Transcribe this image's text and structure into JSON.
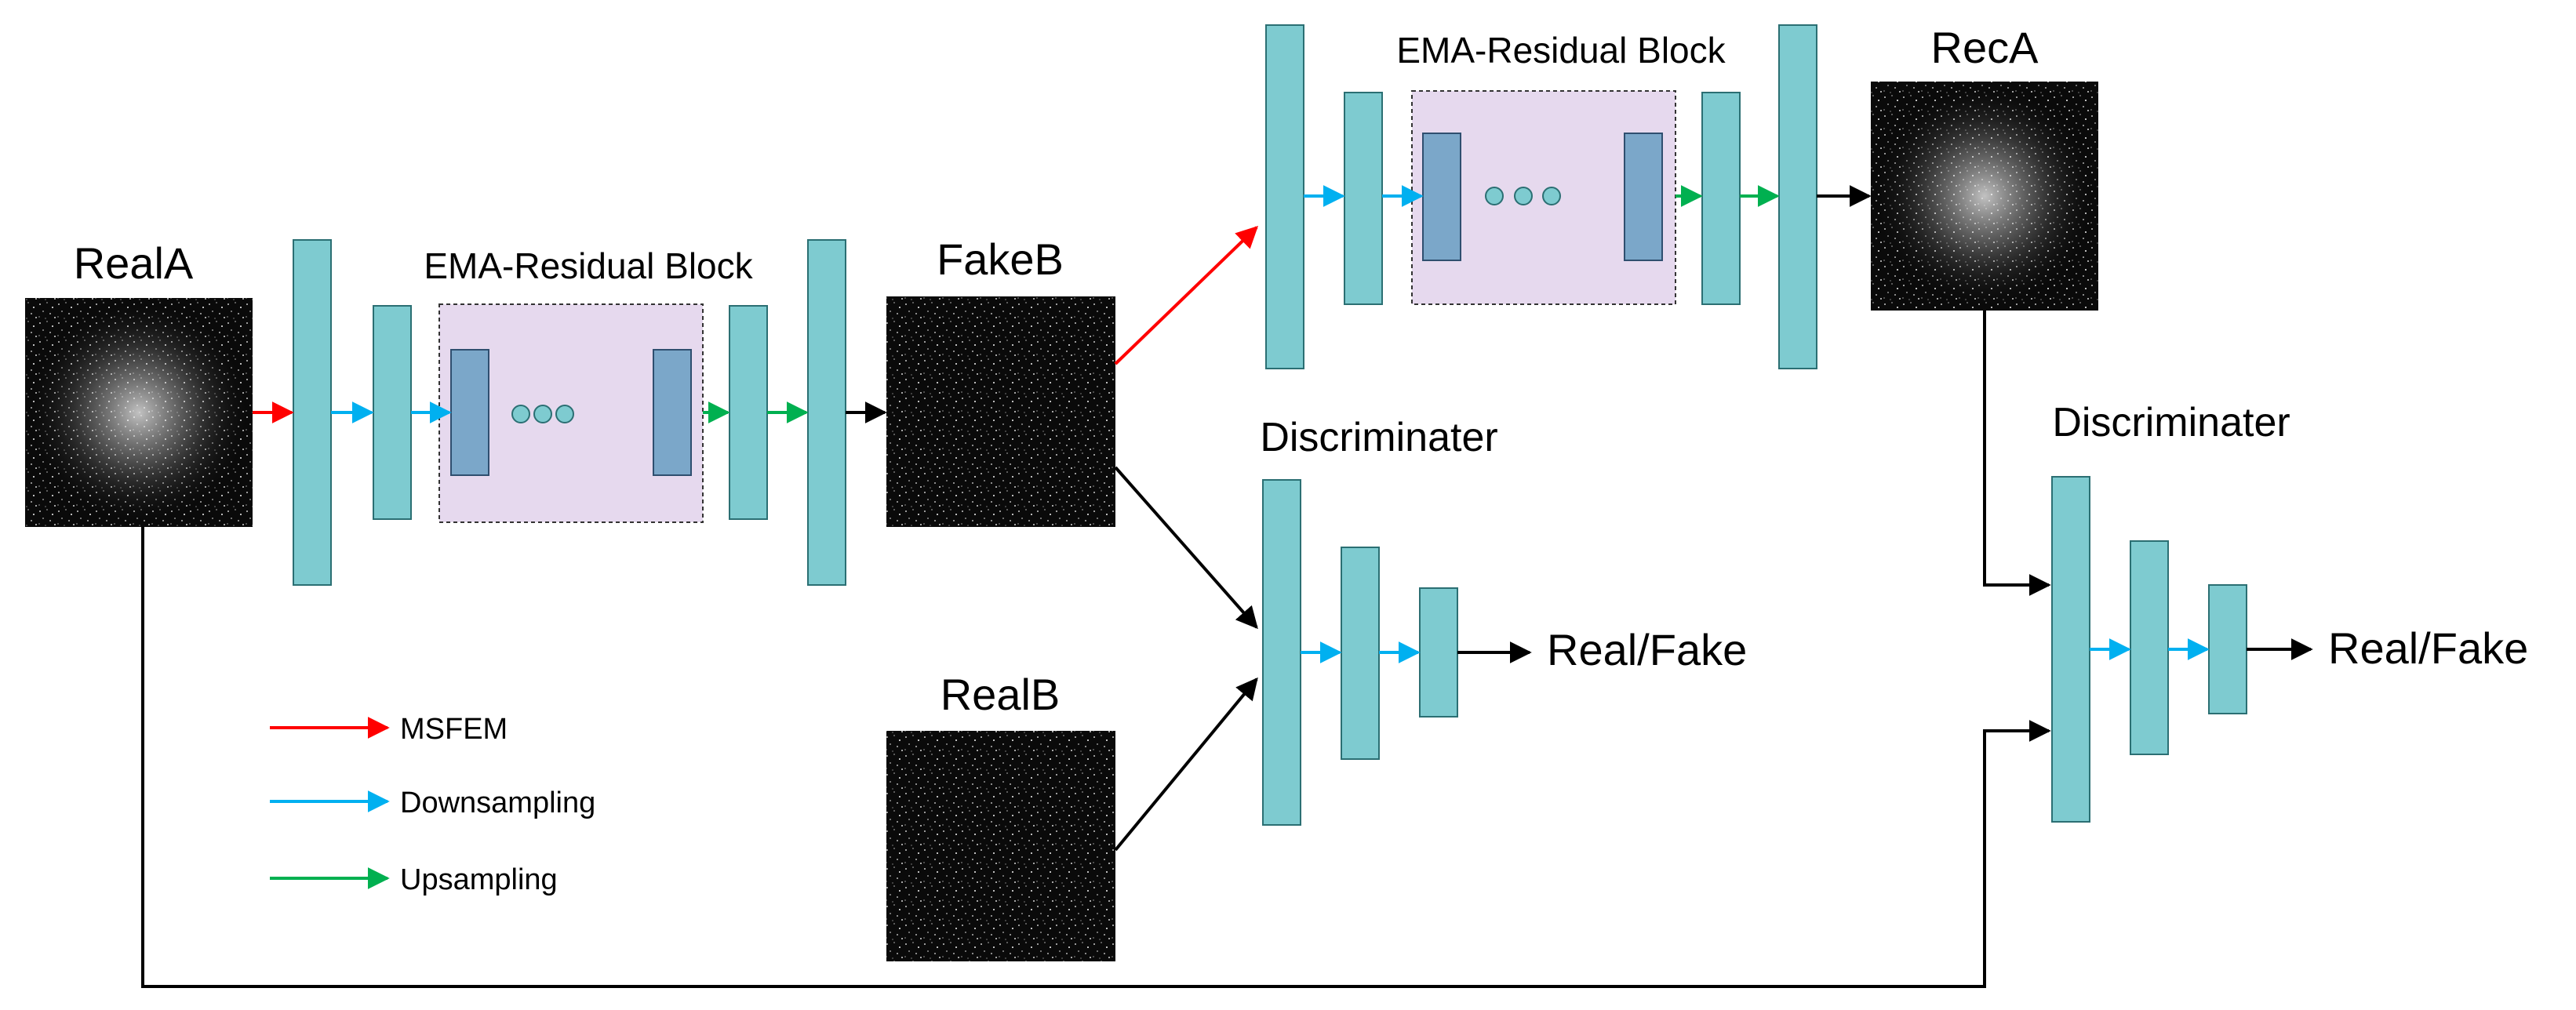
{
  "images": {
    "real_a": "RealA",
    "fake_b": "FakeB",
    "real_b": "RealB",
    "rec_a": "RecA"
  },
  "blocks": {
    "generator_1": "EMA-Residual Block",
    "generator_2": "EMA-Residual Block",
    "discriminator_1": "Discriminater",
    "discriminator_2": "Discriminater"
  },
  "outputs": {
    "discriminator_1": "Real/Fake",
    "discriminator_2": "Real/Fake"
  },
  "legend": [
    {
      "label": "MSFEM",
      "color": "#ff0000"
    },
    {
      "label": "Downsampling",
      "color": "#00b0f0"
    },
    {
      "label": "Upsampling",
      "color": "#00b050"
    }
  ],
  "colors": {
    "layer_fill": "#7ecbd0",
    "inner_block_fill": "#7ba7c9",
    "residual_bg": "#e6d9ee",
    "connector": "#000000"
  }
}
